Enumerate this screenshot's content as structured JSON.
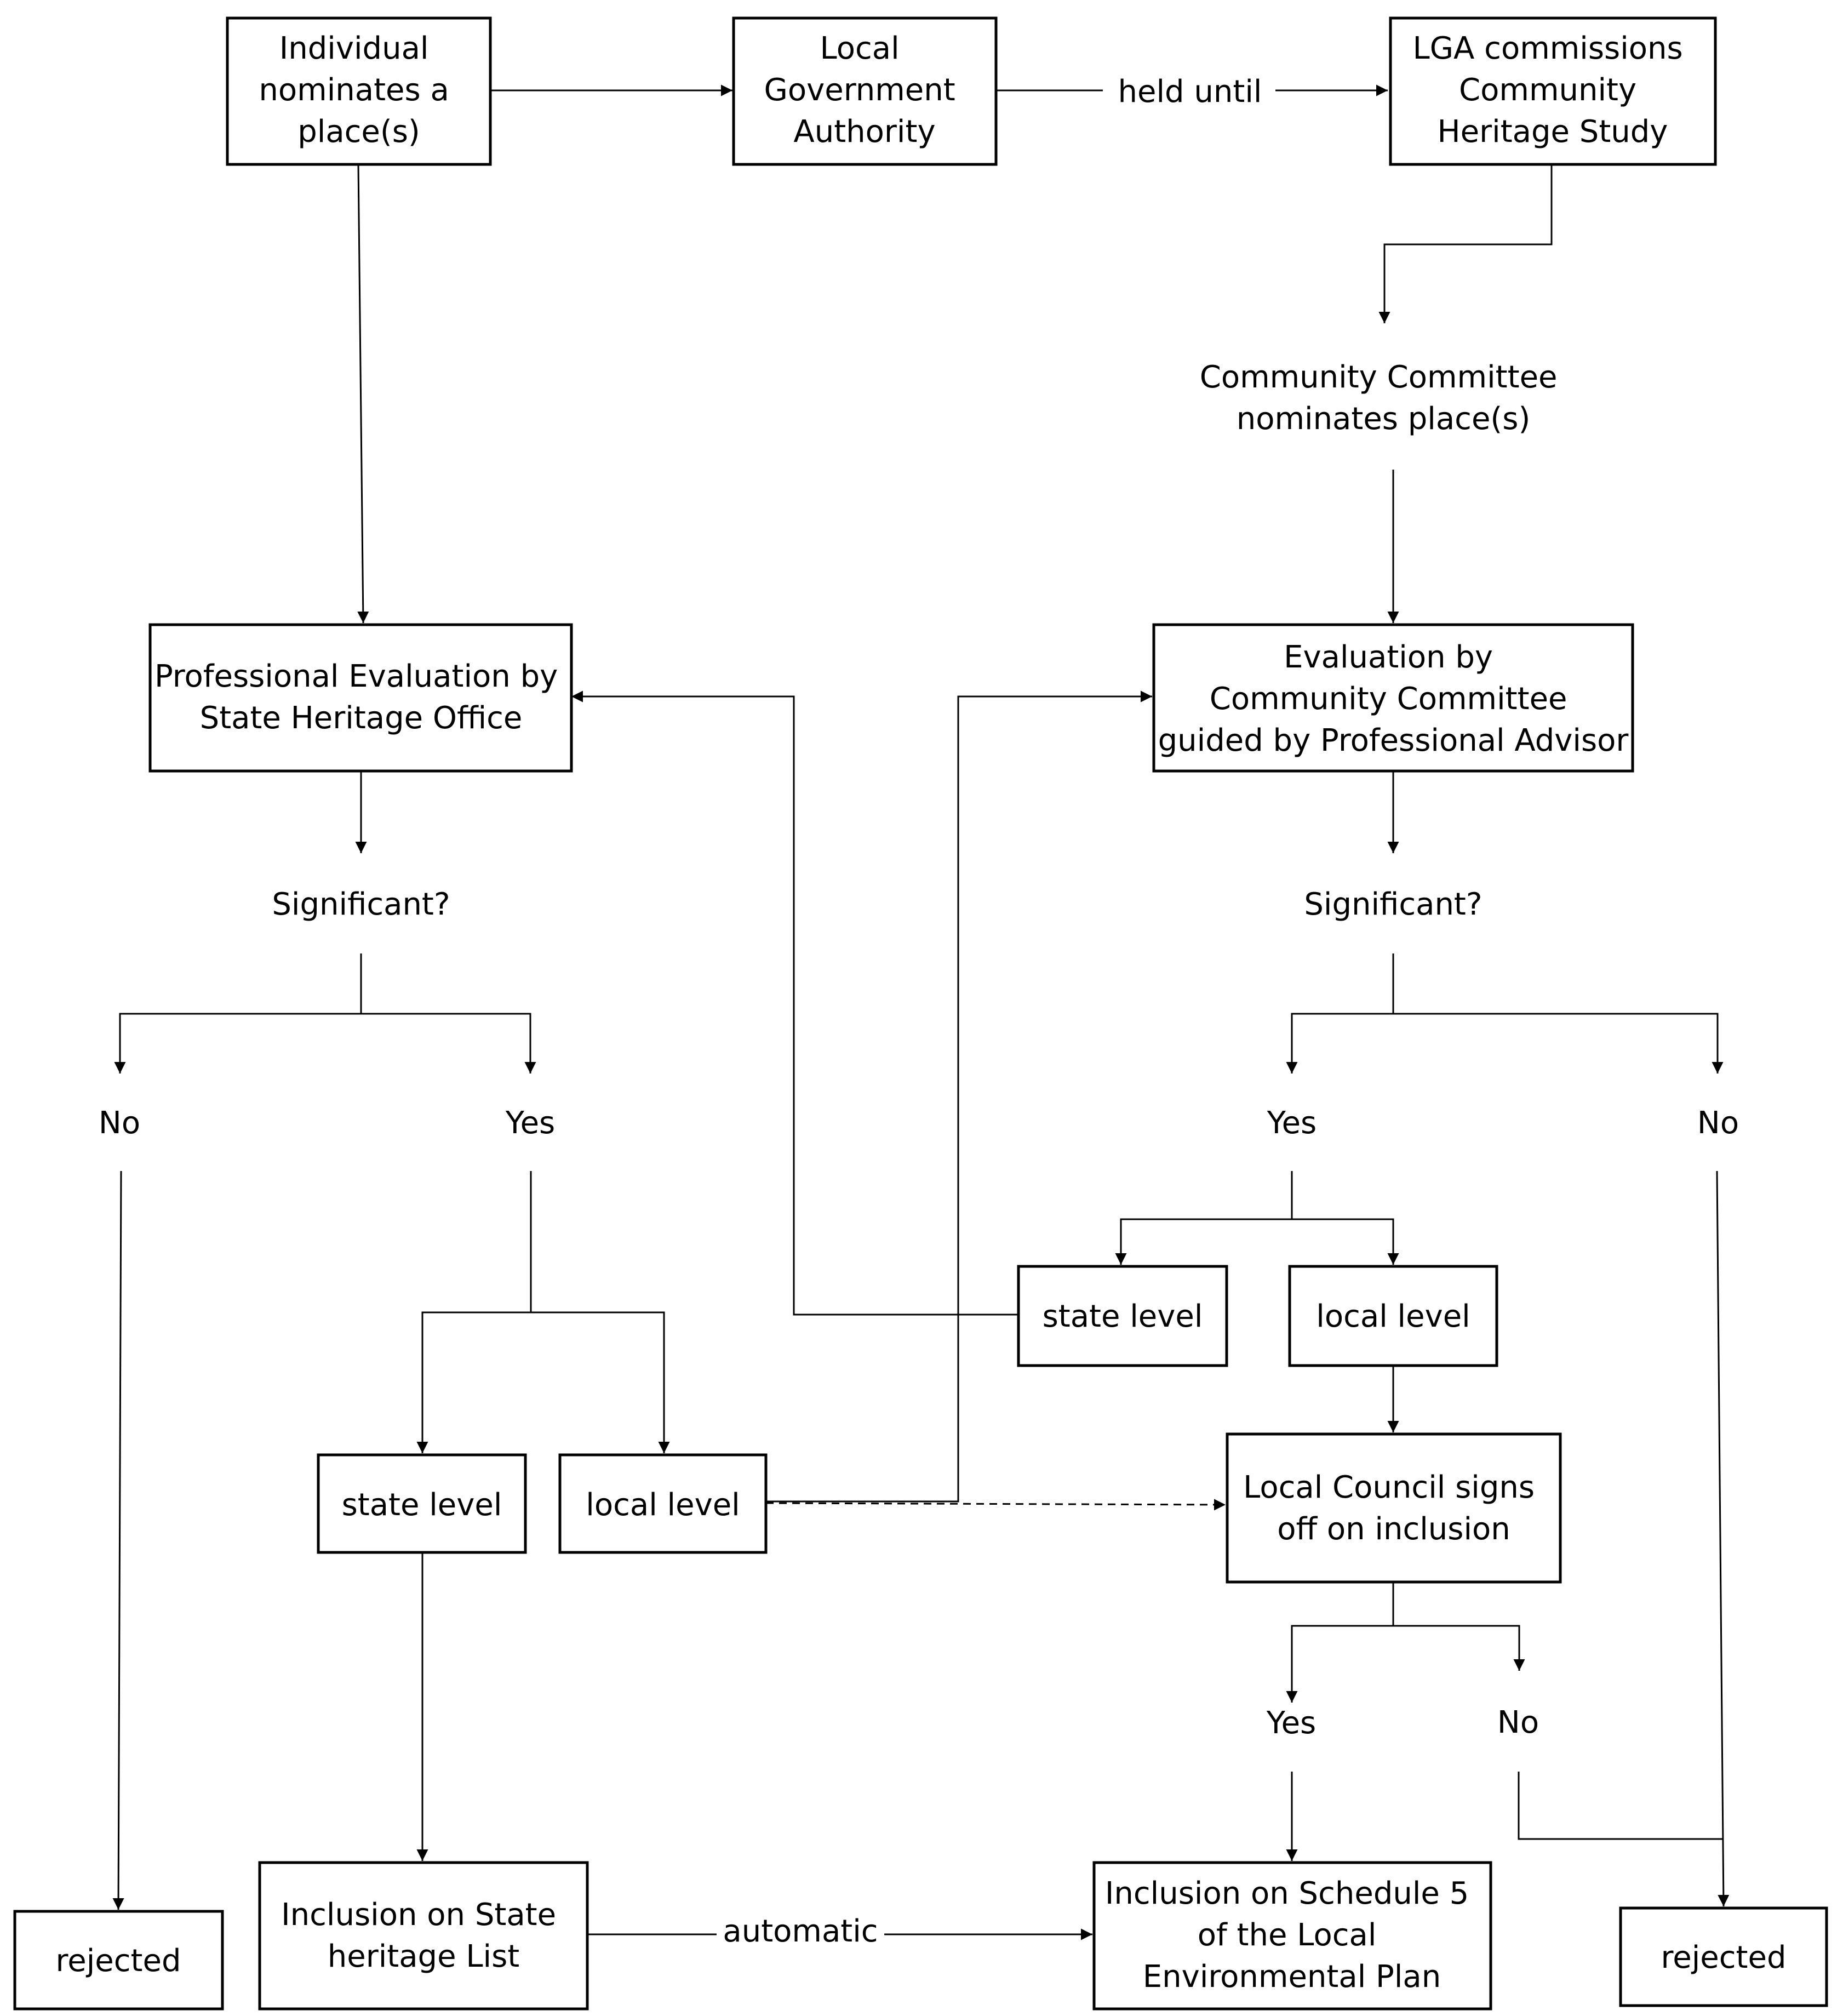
{
  "nodes": {
    "individual_nominates": [
      "Individual",
      "nominates a",
      "place(s)"
    ],
    "local_gov_authority": [
      "Local",
      "Government",
      "Authority"
    ],
    "lga_commissions": [
      "LGA commissions",
      "Community",
      "Heritage Study"
    ],
    "community_committee_nominates": [
      "Community Committee",
      "nominates place(s)"
    ],
    "professional_evaluation": [
      "Professional Evaluation by",
      "State Heritage Office"
    ],
    "evaluation_community": [
      "Evaluation by",
      "Community Committee",
      "guided by Professional Advisor"
    ],
    "significant_left": "Significant?",
    "significant_right": "Significant?",
    "no_left": "No",
    "yes_left": "Yes",
    "yes_right": "Yes",
    "no_right": "No",
    "state_level_right": "state level",
    "local_level_right": "local level",
    "state_level_left": "state level",
    "local_level_left": "local level",
    "local_council_signs": [
      "Local Council signs",
      "off on inclusion"
    ],
    "council_yes": "Yes",
    "council_no": "No",
    "rejected_left": "rejected",
    "inclusion_state_list": [
      "Inclusion on State",
      "heritage List"
    ],
    "inclusion_schedule5": [
      "Inclusion on Schedule 5",
      "of the Local",
      "Environmental Plan"
    ],
    "rejected_right": "rejected"
  },
  "edge_labels": {
    "held_until": "held until",
    "automatic": "automatic"
  }
}
